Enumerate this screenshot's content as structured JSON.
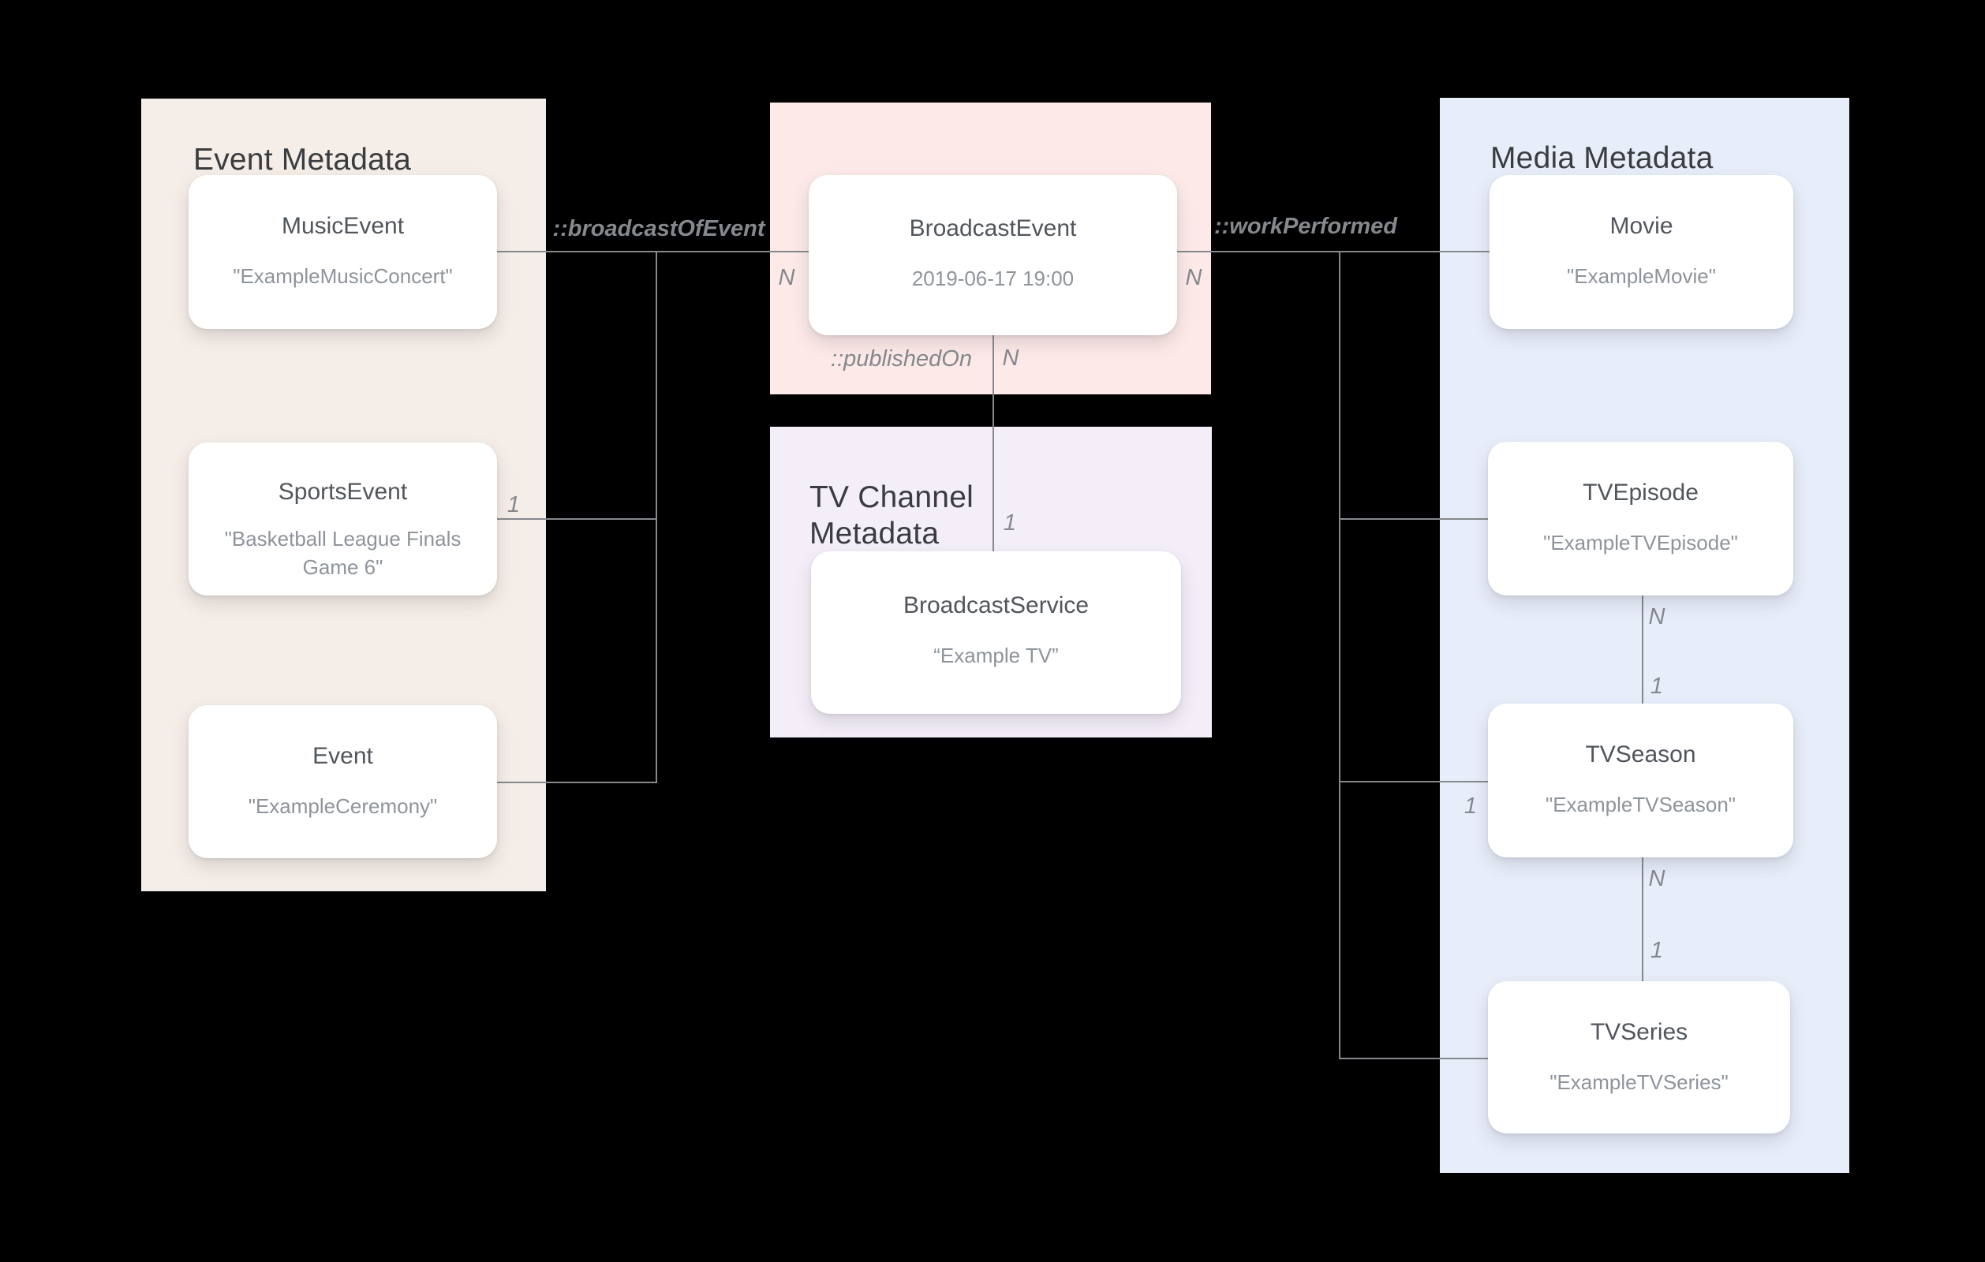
{
  "panels": {
    "event": {
      "title": "Event Metadata"
    },
    "broadcast": {
      "title": ""
    },
    "tv_channel": {
      "title": "TV Channel Metadata"
    },
    "media": {
      "title": "Media Metadata"
    }
  },
  "nodes": {
    "music_event": {
      "title": "MusicEvent",
      "subtitle": "\"ExampleMusicConcert\""
    },
    "sports_event": {
      "title": "SportsEvent",
      "subtitle": "\"Basketball League Finals Game 6\""
    },
    "event": {
      "title": "Event",
      "subtitle": "\"ExampleCeremony\""
    },
    "broadcast_event": {
      "title": "BroadcastEvent",
      "subtitle": "2019-06-17 19:00"
    },
    "broadcast_service": {
      "title": "BroadcastService",
      "subtitle": "“Example TV”"
    },
    "movie": {
      "title": "Movie",
      "subtitle": "\"ExampleMovie\""
    },
    "tv_episode": {
      "title": "TVEpisode",
      "subtitle": "\"ExampleTVEpisode\""
    },
    "tv_season": {
      "title": "TVSeason",
      "subtitle": "\"ExampleTVSeason\""
    },
    "tv_series": {
      "title": "TVSeries",
      "subtitle": "\"ExampleTVSeries\""
    }
  },
  "labels": {
    "broadcast_of_event": "::broadcastOfEvent",
    "work_performed": "::workPerformed",
    "published_on": "::publishedOn",
    "n_broadcast_left": "N",
    "n_work_right": "N",
    "n_published": "N",
    "one_published": "1",
    "one_sports": "1",
    "one_season_branch": "1",
    "n_episode_season": "N",
    "one_episode_season": "1",
    "n_season_series": "N",
    "one_season_series": "1"
  },
  "edges": [
    {
      "relation": "::broadcastOfEvent",
      "from": "BroadcastEvent",
      "from_cardinality": "N",
      "to": "MusicEvent, SportsEvent, Event",
      "to_cardinality": "1"
    },
    {
      "relation": "::publishedOn",
      "from": "BroadcastEvent",
      "from_cardinality": "N",
      "to": "BroadcastService",
      "to_cardinality": "1"
    },
    {
      "relation": "::workPerformed",
      "from": "BroadcastEvent",
      "from_cardinality": "N",
      "to": "Movie, TVEpisode, TVSeason, TVSeries",
      "to_cardinality": "1"
    },
    {
      "relation": "",
      "from": "TVEpisode",
      "from_cardinality": "N",
      "to": "TVSeason",
      "to_cardinality": "1"
    },
    {
      "relation": "",
      "from": "TVSeason",
      "from_cardinality": "N",
      "to": "TVSeries",
      "to_cardinality": "1"
    }
  ],
  "colors": {
    "background": "#000000",
    "panel_event_bg": "#F5EDE7",
    "panel_broadcast_bg": "#FCE9E8",
    "panel_tv_channel_bg": "#F4EEF9",
    "panel_media_bg": "#E8EDFA",
    "card_bg": "#FFFFFF",
    "connector_line": "#85898D",
    "panel_title_text": "#3A3D40",
    "card_title_text": "#51565C",
    "card_subtitle_text": "#8E949B",
    "label_text": "#85898E"
  }
}
